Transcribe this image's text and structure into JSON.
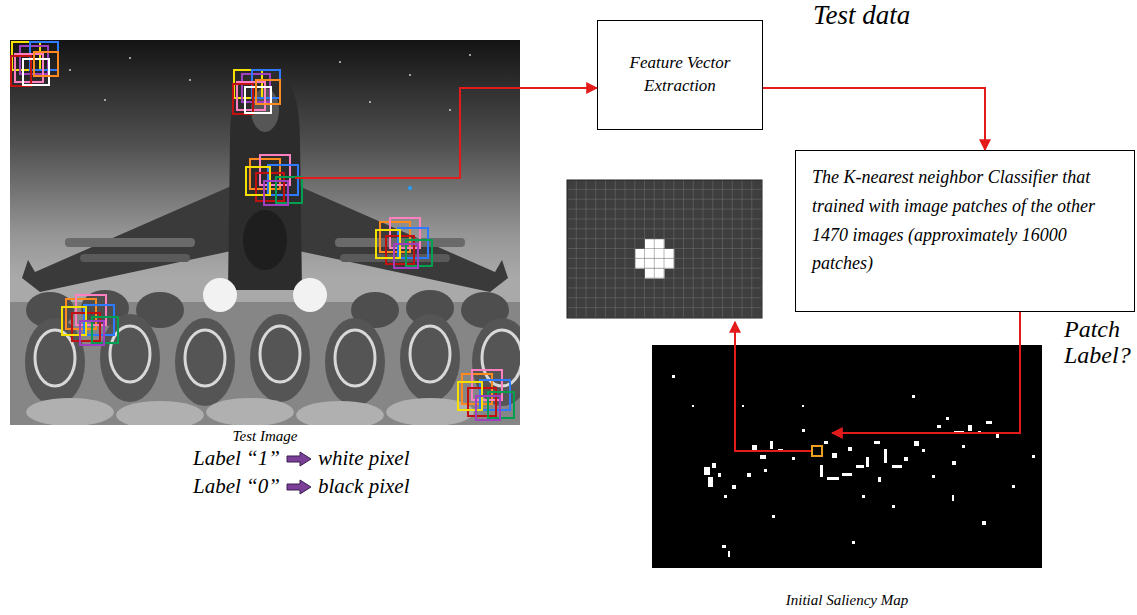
{
  "diagram": {
    "nodes": [
      {
        "text": [
          "Test Image"
        ]
      },
      {
        "text": [
          "Feature Vector Extraction"
        ]
      },
      {
        "text": [
          "The K-nearest neighbor Classifier that trained with image patches of the other 1470 images (approximately 16000 patches)"
        ]
      },
      {
        "text": [
          "Initial Saliency Map"
        ]
      }
    ],
    "edges": [
      {
        "from": 0,
        "to": 1,
        "arrow": "to"
      },
      {
        "from": 1,
        "to": 2,
        "label": "Test data",
        "arrow": "to"
      },
      {
        "from": 2,
        "to": 3,
        "label": "Patch Label?",
        "arrow": "to"
      }
    ],
    "labels": [
      "Label “1”",
      "white pixel",
      "Label “0”",
      "black pixel"
    ]
  }
}
